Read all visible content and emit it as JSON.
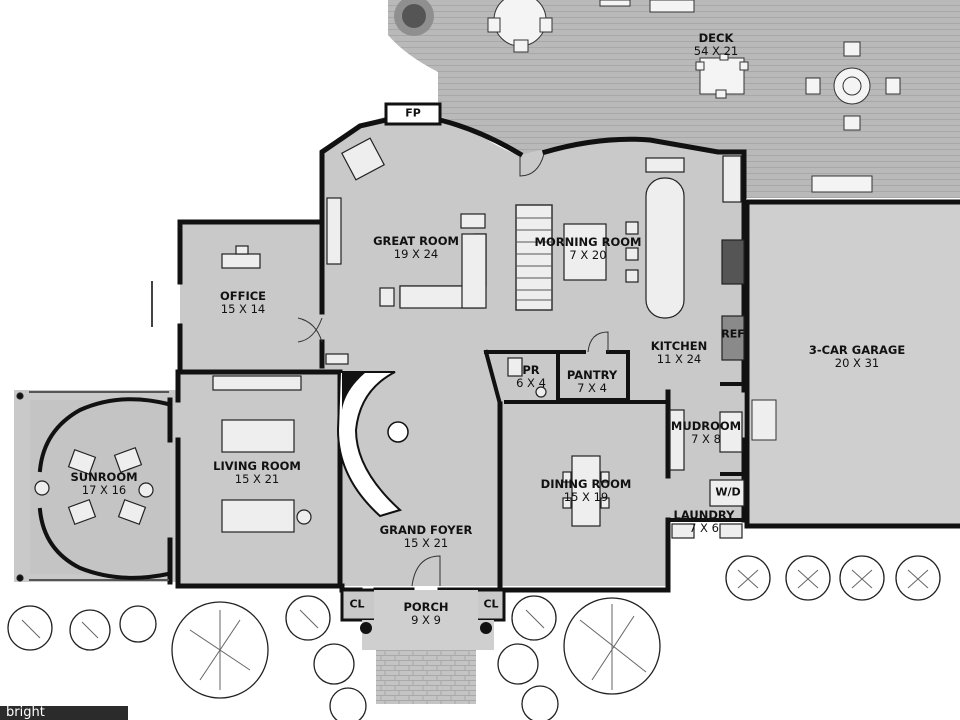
{
  "rooms": {
    "deck": {
      "name": "DECK",
      "dims": "54 X 21"
    },
    "great_room": {
      "name": "GREAT ROOM",
      "dims": "19 X 24"
    },
    "morning_room": {
      "name": "MORNING ROOM",
      "dims": "7 X 20"
    },
    "office": {
      "name": "OFFICE",
      "dims": "15 X 14"
    },
    "kitchen": {
      "name": "KITCHEN",
      "dims": "11 X 24"
    },
    "garage": {
      "name": "3-CAR GARAGE",
      "dims": "20 X 31"
    },
    "powder": {
      "name": "PR",
      "dims": "6 X 4"
    },
    "pantry": {
      "name": "PANTRY",
      "dims": "7 X 4"
    },
    "mudroom": {
      "name": "MUDROOM",
      "dims": "7 X 8"
    },
    "living_room": {
      "name": "LIVING ROOM",
      "dims": "15 X 21"
    },
    "sunroom": {
      "name": "SUNROOM",
      "dims": "17 X 16"
    },
    "dining_room": {
      "name": "DINING ROOM",
      "dims": "15 X 19"
    },
    "laundry": {
      "name": "LAUNDRY",
      "dims": "7 X 6"
    },
    "grand_foyer": {
      "name": "GRAND FOYER",
      "dims": "15 X 21"
    },
    "porch": {
      "name": "PORCH",
      "dims": "9 X 9"
    }
  },
  "tags": {
    "fireplace": "FP",
    "refrigerator": "REF",
    "washer_dryer": "W/D",
    "closet_left": "CL",
    "closet_right": "CL"
  },
  "watermark": "bright",
  "colors": {
    "floor": "#c9c9c9",
    "deck": "#b5b5b5",
    "wall": "#111111",
    "porch_step": "#bdbdbd"
  }
}
